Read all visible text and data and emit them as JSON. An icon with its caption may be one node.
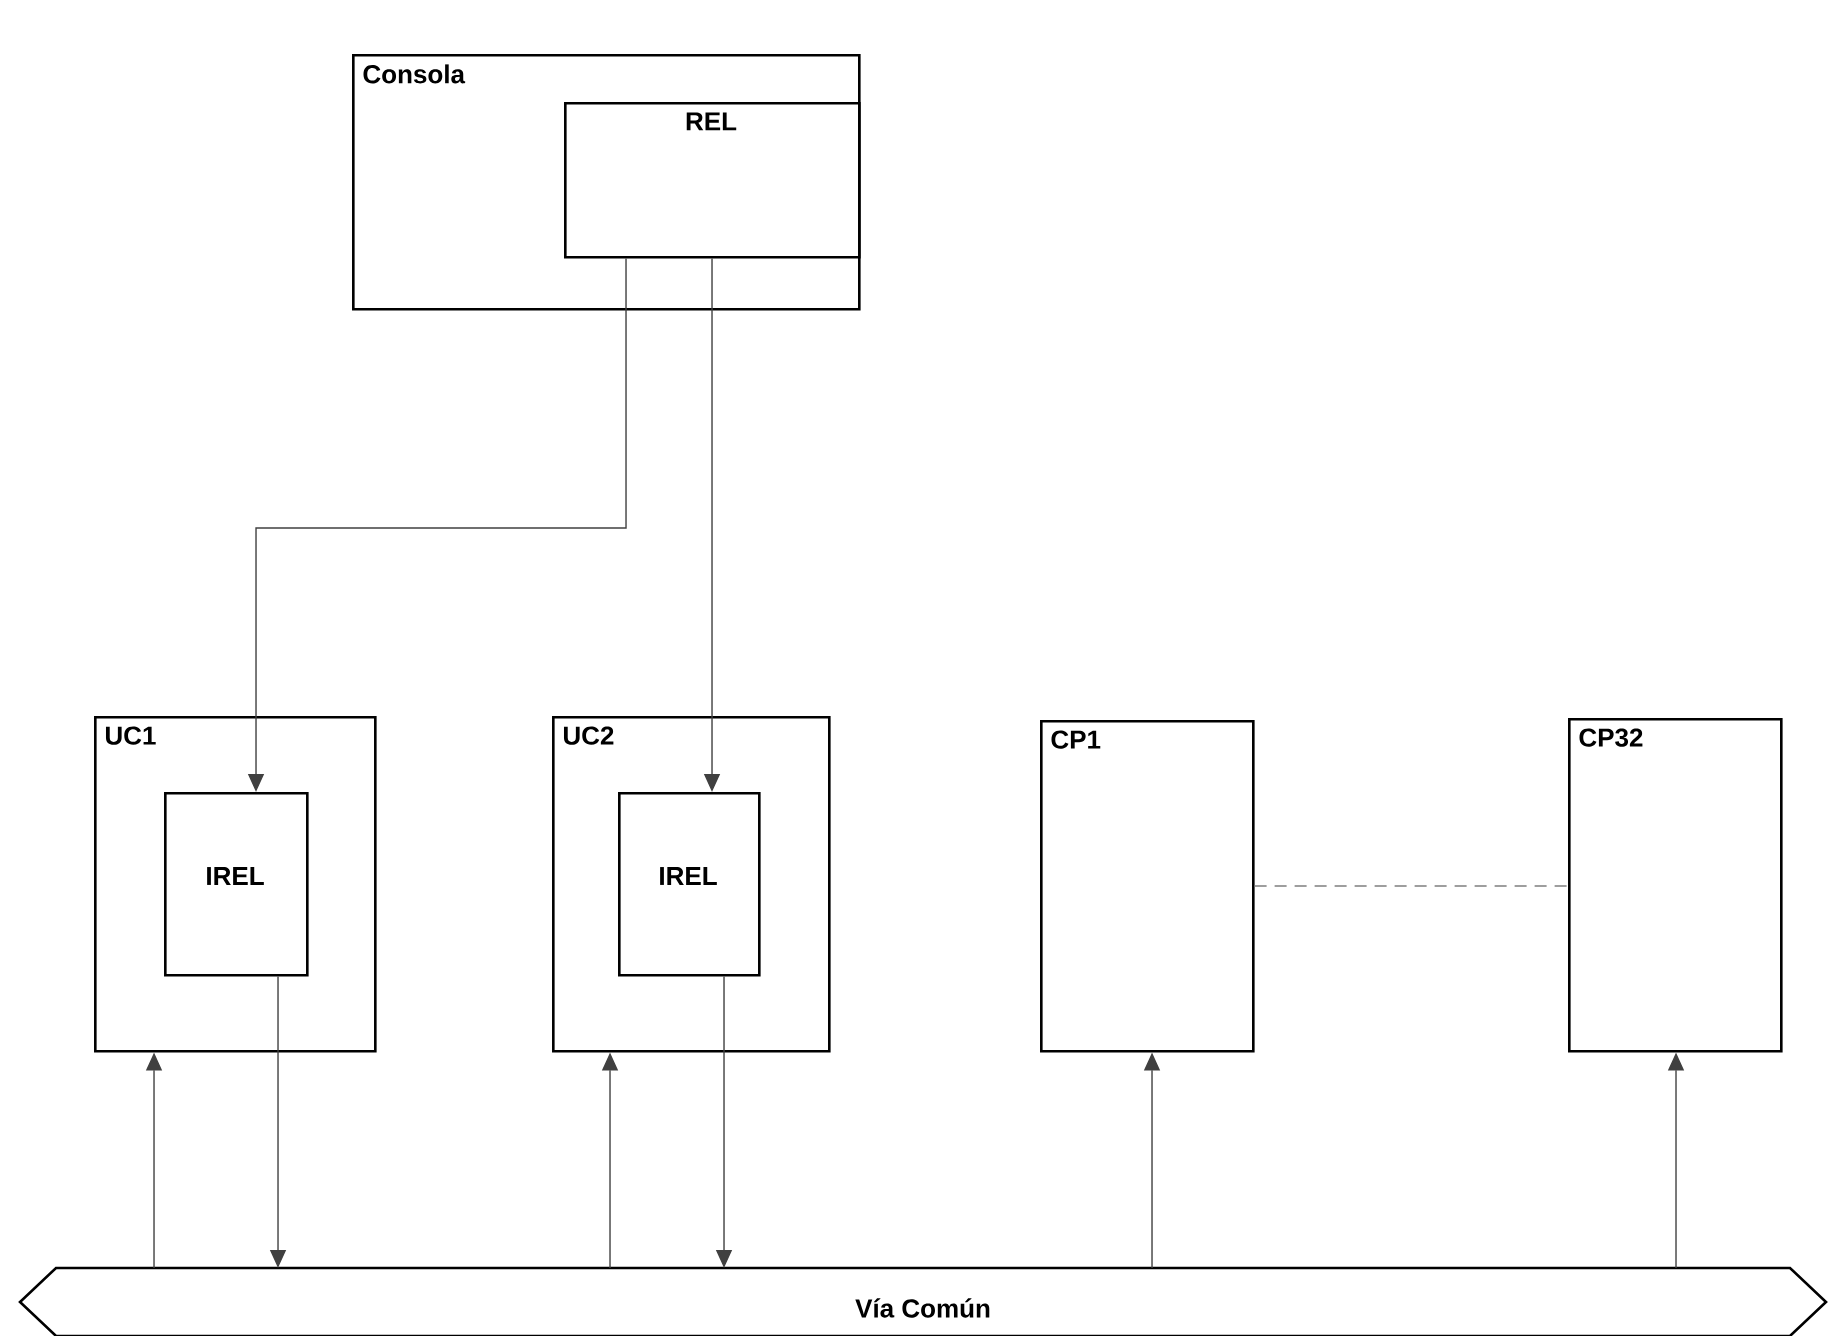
{
  "diagram": {
    "nodes": [
      {
        "text": [
          "Consola"
        ]
      },
      {
        "text": [
          "REL"
        ],
        "in": 0
      },
      {
        "text": [
          "UC1"
        ]
      },
      {
        "text": [
          "IREL"
        ],
        "in": 2
      },
      {
        "text": [
          "UC2"
        ]
      },
      {
        "text": [
          "IREL"
        ],
        "in": 4
      },
      {
        "text": [
          "CP1"
        ]
      },
      {
        "text": [
          "CP32"
        ]
      },
      {
        "text": [
          "Vía Común"
        ]
      }
    ],
    "edges": [
      {
        "from": 1,
        "to": 3,
        "arrow": "to"
      },
      {
        "from": 1,
        "to": 5,
        "arrow": "to"
      },
      {
        "from": 8,
        "to": 2,
        "arrow": "to"
      },
      {
        "from": 3,
        "to": 8,
        "arrow": "to"
      },
      {
        "from": 8,
        "to": 4,
        "arrow": "to"
      },
      {
        "from": 5,
        "to": 8,
        "arrow": "to"
      },
      {
        "from": 8,
        "to": 6,
        "arrow": "to"
      },
      {
        "from": 8,
        "to": 7,
        "arrow": "to"
      },
      {
        "from": 6,
        "to": 7,
        "arrow": "none",
        "style": "dashed",
        "color": "#7f7f7f"
      }
    ]
  }
}
